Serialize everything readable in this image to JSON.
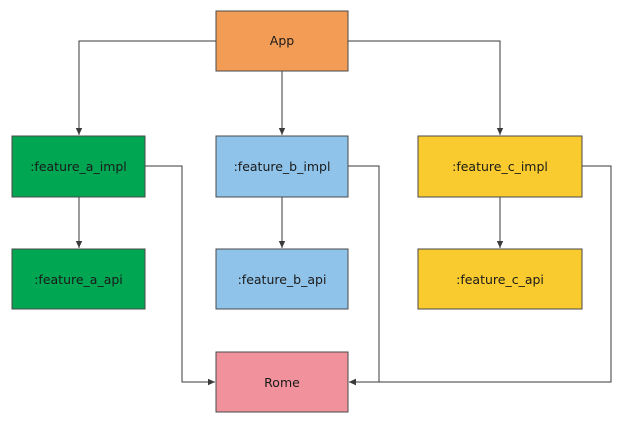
{
  "nodes": [
    {
      "id": "app",
      "label": "App",
      "color": "#f39c55"
    },
    {
      "id": "feature_a_impl",
      "label": ":feature_a_impl",
      "color": "#00a651"
    },
    {
      "id": "feature_b_impl",
      "label": ":feature_b_impl",
      "color": "#8fc3ea"
    },
    {
      "id": "feature_c_impl",
      "label": ":feature_c_impl",
      "color": "#f9cb2e"
    },
    {
      "id": "feature_a_api",
      "label": ":feature_a_api",
      "color": "#00a651"
    },
    {
      "id": "feature_b_api",
      "label": ":feature_b_api",
      "color": "#8fc3ea"
    },
    {
      "id": "feature_c_api",
      "label": ":feature_c_api",
      "color": "#f9cb2e"
    },
    {
      "id": "rome",
      "label": "Rome",
      "color": "#f0919b"
    }
  ],
  "edges": [
    {
      "from": "app",
      "to": "feature_a_impl"
    },
    {
      "from": "app",
      "to": "feature_b_impl"
    },
    {
      "from": "app",
      "to": "feature_c_impl"
    },
    {
      "from": "feature_a_impl",
      "to": "feature_a_api"
    },
    {
      "from": "feature_b_impl",
      "to": "feature_b_api"
    },
    {
      "from": "feature_c_impl",
      "to": "feature_c_api"
    },
    {
      "from": "feature_a_impl",
      "to": "rome"
    },
    {
      "from": "feature_b_impl",
      "to": "rome"
    },
    {
      "from": "feature_c_impl",
      "to": "rome"
    }
  ]
}
